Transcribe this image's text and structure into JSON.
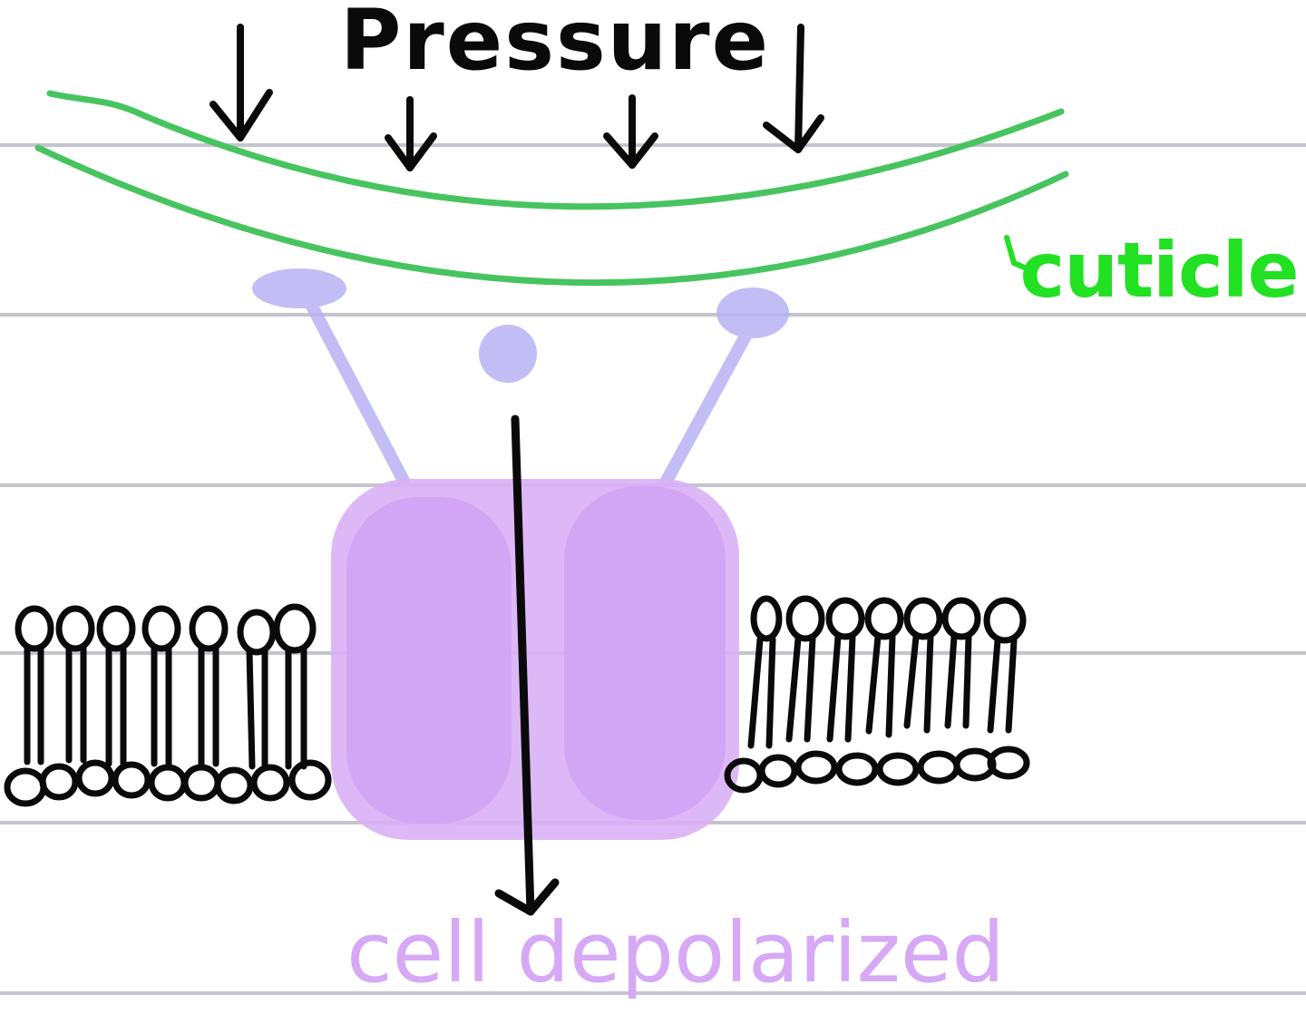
{
  "labels": {
    "pressure": "Pressure",
    "cuticle": "cuticle",
    "result": "cell depolarized"
  },
  "colors": {
    "background": "#ffffff",
    "ruled_line": "#c4c4cf",
    "cuticle": "#47c45f",
    "cuticle_label": "#22e022",
    "ink": "#0a0a0a",
    "tether": "#b9b2f4",
    "channel": "#d9b0f6",
    "channel_dark": "#cf9ff4",
    "result_label": "#d7a8f5"
  },
  "icons": {
    "pressure_arrows": "down-arrow-icon",
    "ion_flow_arrow": "down-arrow-icon"
  }
}
